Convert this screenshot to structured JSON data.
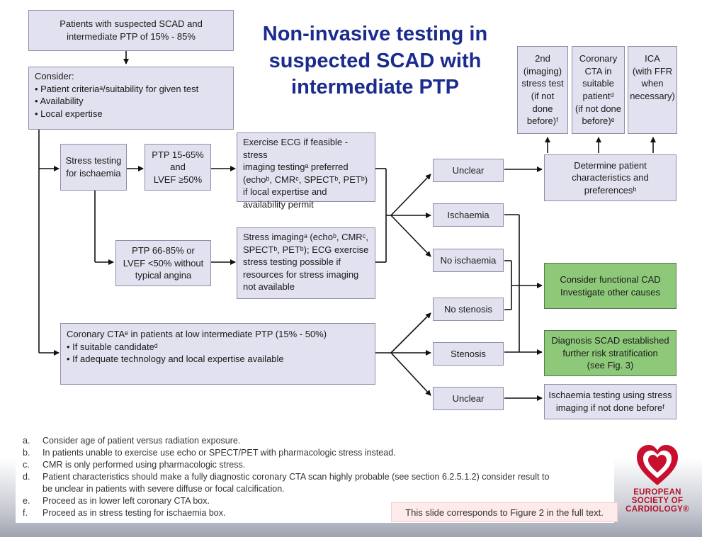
{
  "title": {
    "line1": "Non-invasive testing in",
    "line2": "suspected SCAD with",
    "line3": "intermediate PTP"
  },
  "boxes": {
    "patients": [
      "Patients with suspected SCAD and",
      "intermediate PTP of 15% - 85%"
    ],
    "consider": {
      "heading": "Consider:",
      "items": [
        "• Patient criteriaᵃ/suitability for given test",
        "• Availability",
        "• Local expertise"
      ]
    },
    "stress_testing": [
      "Stress testing",
      "for ischaemia"
    ],
    "ptp_low": [
      "PTP 15-65%",
      "and",
      "LVEF ≥50%"
    ],
    "exercise_ecg": [
      "Exercise ECG if feasible - stress",
      "imaging testingᵃ preferred",
      "(echoᵇ, CMRᶜ, SPECTᵇ, PETᵇ)",
      "if local expertise and",
      "availability permit"
    ],
    "ptp_high": [
      "PTP 66-85% or",
      "LVEF <50% without",
      "typical angina"
    ],
    "stress_imaging": [
      "Stress imagingᵃ (echoᵇ, CMRᶜ,",
      "SPECTᵇ, PETᵇ); ECG exercise",
      "stress testing possible if",
      "resources for stress imaging",
      "not available"
    ],
    "coronary_cta": [
      "Coronary CTAᵉ in patients at low intermediate PTP (15% - 50%)",
      "• If suitable candidateᵈ",
      "• If adequate technology and local expertise available"
    ],
    "unclear_top": "Unclear",
    "ischaemia": "Ischaemia",
    "no_ischaemia": "No ischaemia",
    "no_stenosis": "No stenosis",
    "stenosis": "Stenosis",
    "unclear_bottom": "Unclear",
    "determine": [
      "Determine patient",
      "characteristics and",
      "preferencesᵇ"
    ],
    "second_imaging": [
      "2nd",
      "(imaging)",
      "stress test",
      "(if not",
      "done",
      "before)ᶠ"
    ],
    "coronary_cta_suitable": [
      "Coronary",
      "CTA in",
      "suitable",
      "patientᵈ",
      "(if not done",
      "before)ᵉ"
    ],
    "ica": [
      "ICA",
      "(with FFR",
      "when",
      "necessary)"
    ],
    "functional_cad": [
      "Consider functional CAD",
      "Investigate other causes"
    ],
    "diagnosis_scad": [
      "Diagnosis SCAD established",
      "further risk stratification",
      "(see Fig. 3)"
    ],
    "ischaemia_testing": [
      "Ischaemia testing using stress",
      "imaging if not done beforeᶠ"
    ]
  },
  "footnotes": [
    {
      "key": "a.",
      "text": "Consider age of patient versus radiation exposure."
    },
    {
      "key": "b.",
      "text": "In patients unable to exercise use echo or SPECT/PET with pharmacologic stress instead."
    },
    {
      "key": "c.",
      "text": "CMR is only performed using pharmacologic stress."
    },
    {
      "key": "d.",
      "text": "Patient characteristics should make a fully diagnostic coronary CTA scan highly probable (see section 6.2.5.1.2) consider result to"
    },
    {
      "key": "",
      "text": "be unclear in patients with severe diffuse or focal calcification."
    },
    {
      "key": "e.",
      "text": "Proceed as in lower left coronary CTA box."
    },
    {
      "key": "f.",
      "text": "Proceed as in stress testing for ischaemia box."
    }
  ],
  "slide_note": "This slide corresponds to Figure 2 in the full text.",
  "logo": {
    "lines": [
      "EUROPEAN",
      "SOCIETY OF",
      "CARDIOLOGY®"
    ]
  },
  "colors": {
    "box_fill": "#e2e1ef",
    "green_fill": "#8ec97a",
    "title": "#1b2c8e",
    "logo_red": "#b3132b"
  }
}
